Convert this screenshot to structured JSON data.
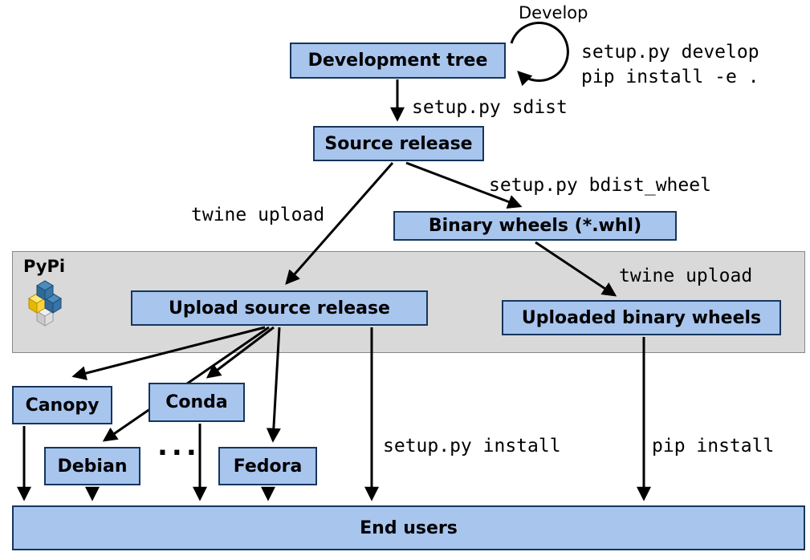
{
  "colors": {
    "box_fill": "#a8c5ee",
    "box_border": "#16365c",
    "band_fill": "#d9d9d9",
    "band_border": "#888888",
    "arrow": "#000000",
    "pypi_blue_dark": "#306998",
    "pypi_blue": "#3775a9",
    "pypi_blue_light": "#4b8bbe",
    "pypi_yellow": "#ffd43b",
    "pypi_yellow_light": "#ffe873",
    "pypi_white": "#efefef"
  },
  "nodes": {
    "development_tree": "Development tree",
    "source_release": "Source release",
    "binary_wheels": "Binary wheels (*.whl)",
    "upload_source_release": "Upload source release",
    "uploaded_binary_wheels": "Uploaded binary wheels",
    "canopy": "Canopy",
    "conda": "Conda",
    "debian": "Debian",
    "fedora": "Fedora",
    "end_users": "End users"
  },
  "labels": {
    "develop": "Develop",
    "setup_develop": "setup.py develop",
    "pip_install_e": "pip install -e .",
    "setup_sdist": "setup.py sdist",
    "twine_upload_left": "twine upload",
    "setup_bdist_wheel": "setup.py bdist_wheel",
    "twine_upload_right": "twine upload",
    "setup_install": "setup.py install",
    "pip_install": "pip install",
    "pypi": "PyPi",
    "ellipsis": "..."
  }
}
